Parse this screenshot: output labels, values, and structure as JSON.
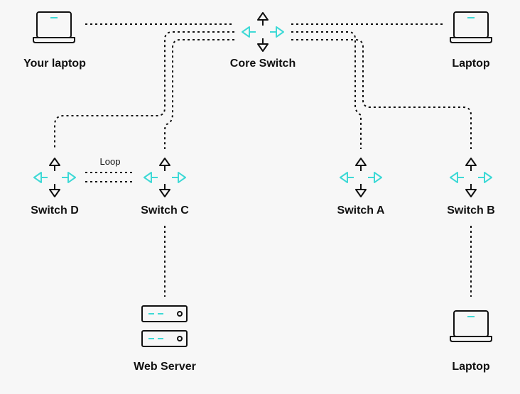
{
  "colors": {
    "background": "#f7f7f7",
    "line": "#111111",
    "accent": "#3ed9d6"
  },
  "nodes": {
    "your_laptop": {
      "label": "Your laptop",
      "icon": "laptop-icon"
    },
    "core_switch": {
      "label": "Core Switch",
      "icon": "switch-icon"
    },
    "laptop_top_right": {
      "label": "Laptop",
      "icon": "laptop-icon"
    },
    "switch_d": {
      "label": "Switch D",
      "icon": "switch-icon"
    },
    "switch_c": {
      "label": "Switch C",
      "icon": "switch-icon"
    },
    "switch_a": {
      "label": "Switch A",
      "icon": "switch-icon"
    },
    "switch_b": {
      "label": "Switch B",
      "icon": "switch-icon"
    },
    "web_server": {
      "label": "Web Server",
      "icon": "server-icon"
    },
    "laptop_bottom_right": {
      "label": "Laptop",
      "icon": "laptop-icon"
    }
  },
  "links": {
    "loop_label": "Loop"
  }
}
